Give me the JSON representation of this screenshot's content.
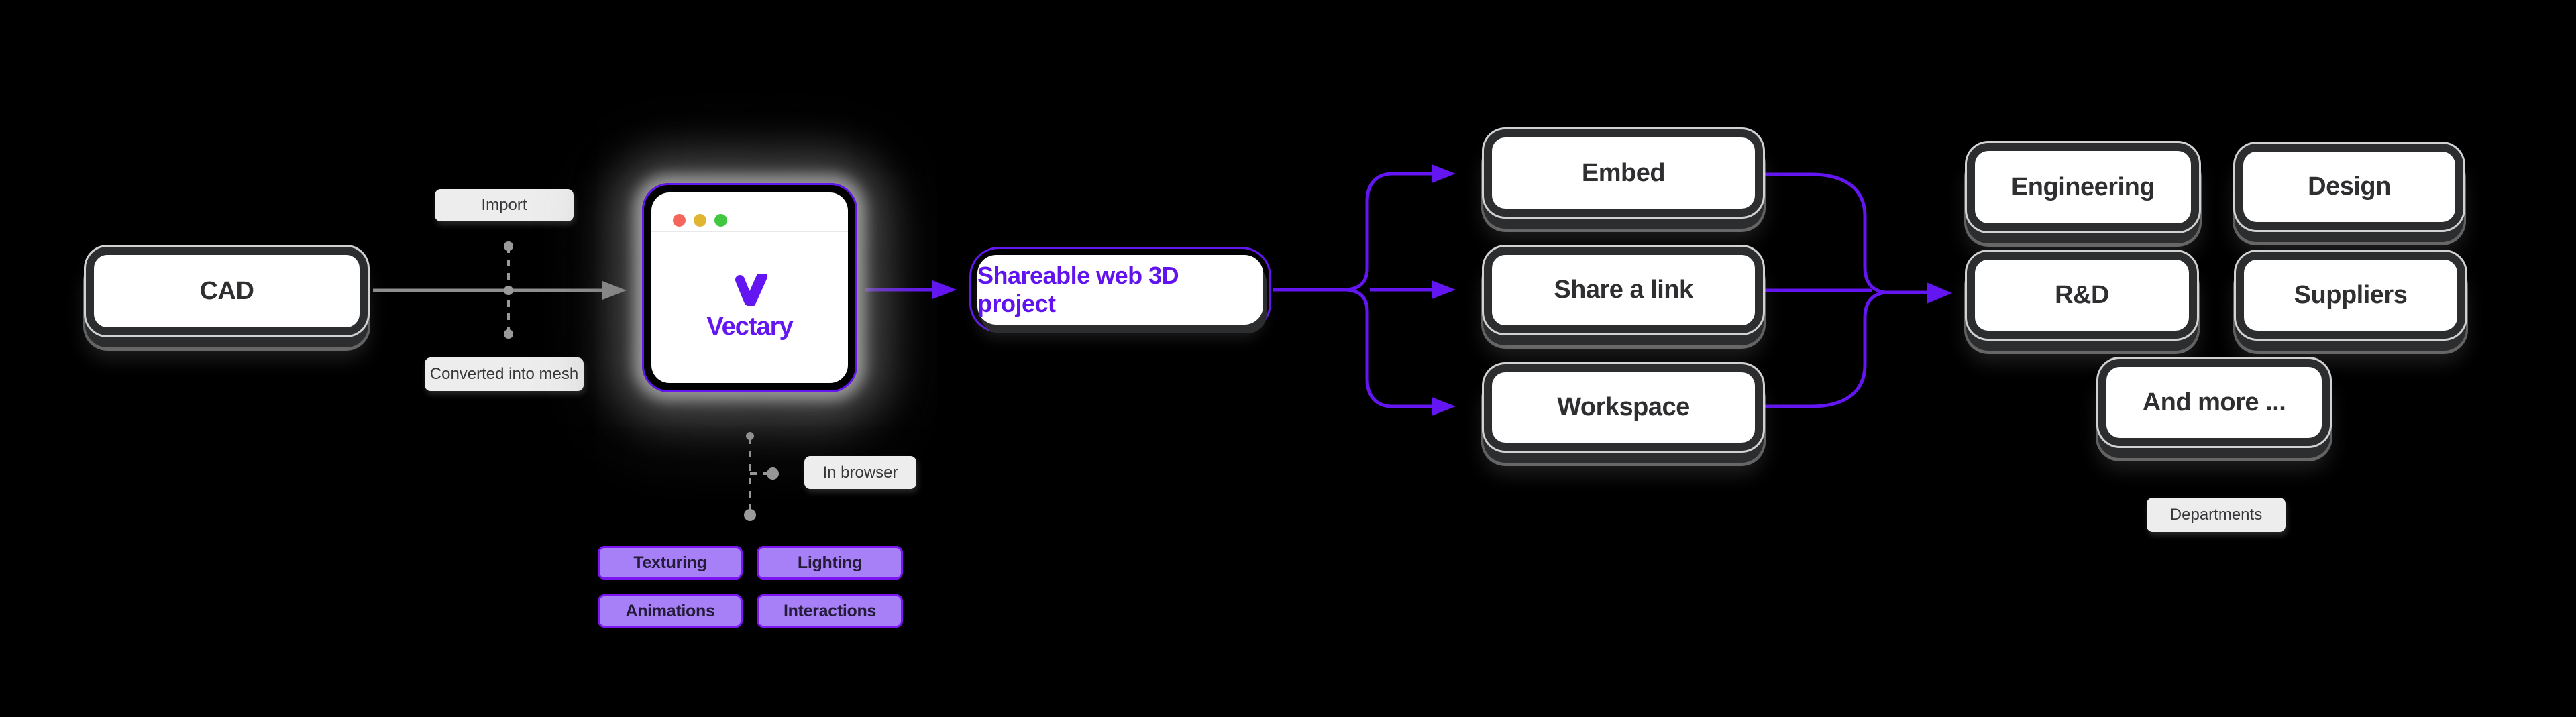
{
  "diagram": {
    "cad_label": "CAD",
    "labels": {
      "import": "Import",
      "converted": "Converted into mesh",
      "in_browser": "In browser",
      "departments": "Departments"
    },
    "vectary": {
      "wordmark": "Vectary"
    },
    "shareable_label": "Shareable web 3D project",
    "share_options": [
      "Embed",
      "Share a link",
      "Workspace"
    ],
    "departments": [
      "Engineering",
      "Design",
      "R&D",
      "Suppliers",
      "And more ..."
    ],
    "features": [
      "Texturing",
      "Lighting",
      "Animations",
      "Interactions"
    ],
    "window_controls": [
      "close",
      "minimize",
      "expand"
    ],
    "colors": {
      "background": "#000000",
      "accent_purple": "#6315f2",
      "feature_fill": "#a77ff7",
      "feature_border": "#7b16f3",
      "keycap_border": "#2c2d2f",
      "label_gray": "#ededed",
      "line_gray": "#8f8f8f",
      "traffic_red": "#f5655c",
      "traffic_yellow": "#e0b52f",
      "traffic_green": "#41c740"
    }
  }
}
